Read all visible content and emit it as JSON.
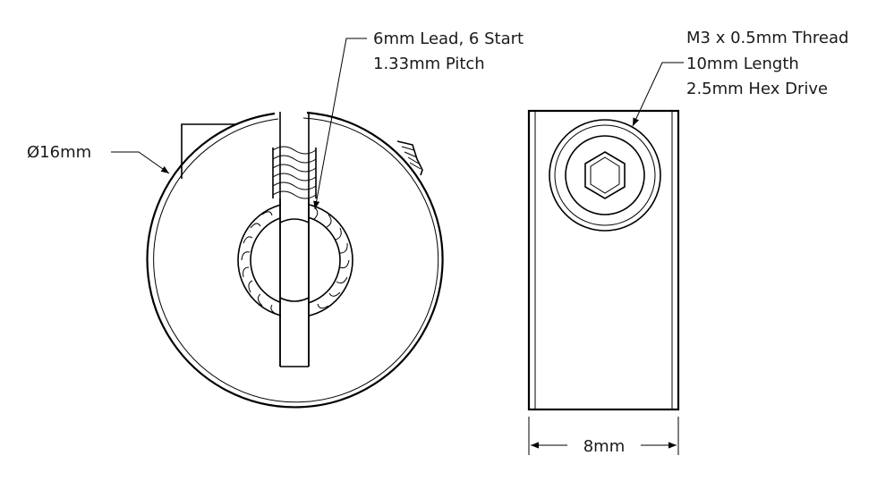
{
  "labels": {
    "diameter": "Ø16mm",
    "lead": "6mm Lead, 6 Start",
    "pitch": "1.33mm Pitch",
    "screw_thread": "M3 x 0.5mm Thread",
    "screw_length": "10mm Length",
    "screw_drive": "2.5mm Hex Drive",
    "width": "8mm"
  },
  "colors": {
    "line": "#000000",
    "background": "#ffffff"
  }
}
